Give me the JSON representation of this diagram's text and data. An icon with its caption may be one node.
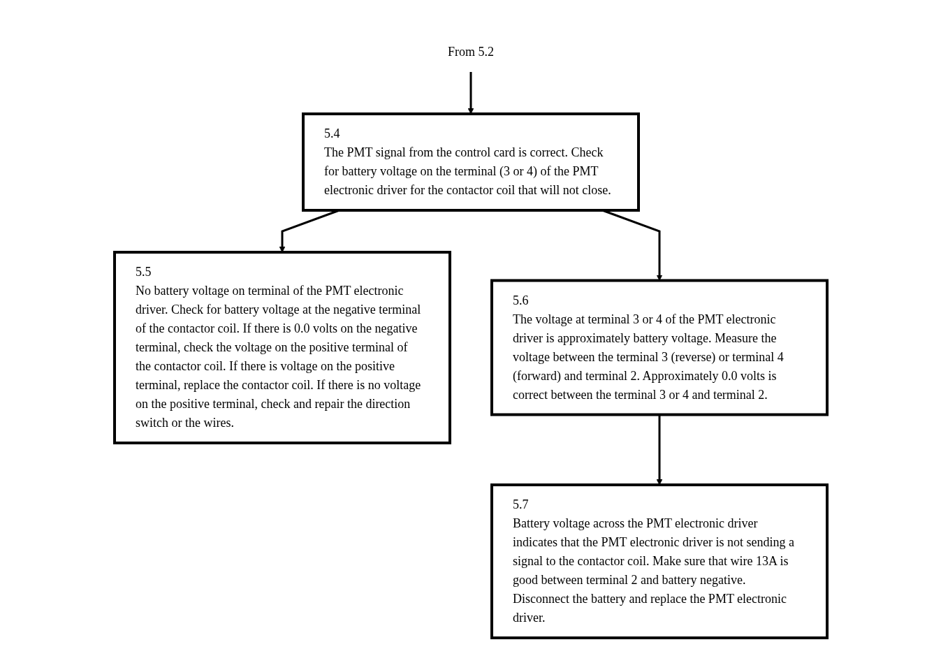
{
  "diagram": {
    "nodes": [
      {
        "text": [
          "From 5.2"
        ]
      },
      {
        "text": [
          "5.4",
          "The PMT signal from the control card is correct. Check for battery voltage on the terminal (3 or 4) of the PMT electronic driver for the contactor coil that will not close."
        ]
      },
      {
        "text": [
          "5.5",
          "No battery voltage on terminal of the PMT electronic driver. Check for battery voltage at the negative terminal of the contactor coil. If there is 0.0 volts on the negative terminal, check the voltage on the positive terminal of the contactor coil. If there is voltage on the positive terminal, replace the contactor coil. If there is no voltage on the positive terminal, check and repair the direction switch or the wires."
        ]
      },
      {
        "text": [
          "5.6",
          "The voltage at terminal 3 or 4 of the PMT electronic driver is approximately battery voltage. Measure the voltage between the terminal 3 (reverse) or terminal 4 (forward) and terminal 2. Approximately 0.0 volts is correct between the terminal 3 or 4 and terminal 2."
        ]
      },
      {
        "text": [
          "5.7",
          "Battery voltage across the PMT electronic driver indicates that the PMT electronic driver is not sending a signal to the contactor coil. Make sure that wire 13A is good between terminal 2 and battery negative. Disconnect the battery and replace the PMT electronic driver."
        ]
      }
    ],
    "edges": [
      {
        "from": 0,
        "to": 1,
        "arrow": "to"
      },
      {
        "from": 1,
        "to": 2,
        "arrow": "to"
      },
      {
        "from": 1,
        "to": 3,
        "arrow": "to"
      },
      {
        "from": 3,
        "to": 4,
        "arrow": "to"
      }
    ]
  }
}
